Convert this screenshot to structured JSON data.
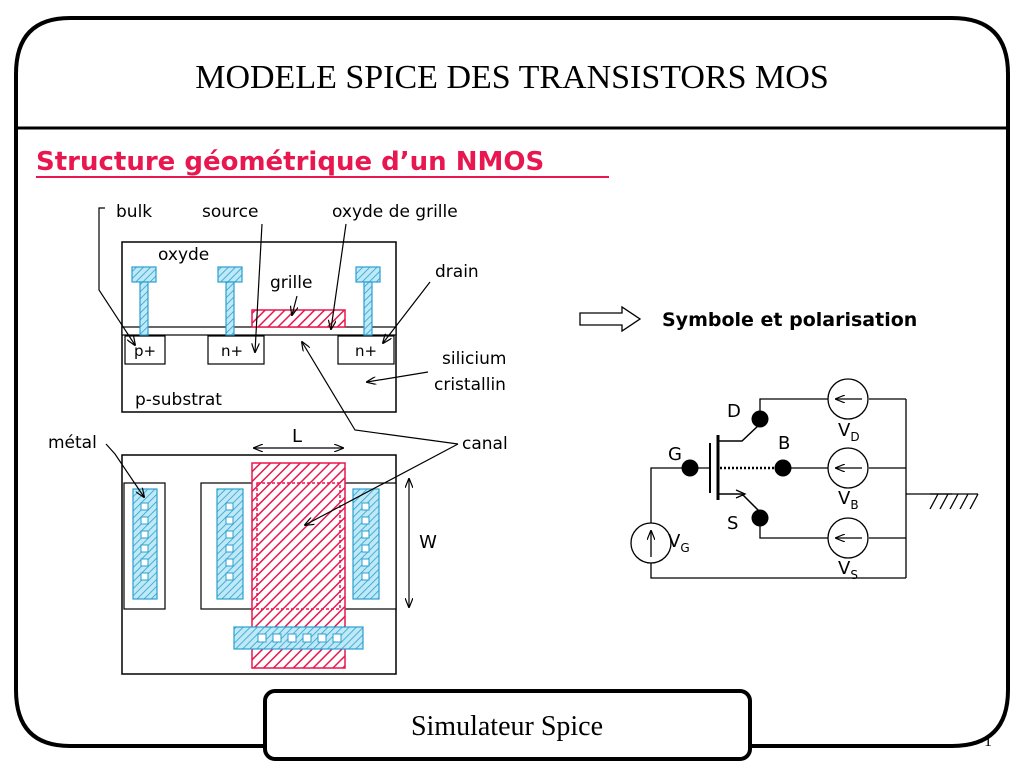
{
  "slide": {
    "title": "MODELE SPICE DES TRANSISTORS MOS",
    "subtitle": "Structure géométrique d’un NMOS",
    "footer": "Simulateur Spice",
    "page_number": "1"
  },
  "cross_section": {
    "labels": {
      "bulk": "bulk",
      "source": "source",
      "oxide_gate": "oxyde de grille",
      "oxide": "oxyde",
      "gate": "grille",
      "drain": "drain",
      "p_plus": "p+",
      "n_plus_source": "n+",
      "n_plus_drain": "n+",
      "silicon_line1": "silicium",
      "silicon_line2": "cristallin",
      "substrate": "p-substrat"
    }
  },
  "top_view": {
    "labels": {
      "metal": "métal",
      "length": "L",
      "channel": "canal",
      "width": "W"
    }
  },
  "schematic": {
    "heading": "Symbole et polarisation",
    "nodes": {
      "drain": "D",
      "gate": "G",
      "bulk": "B",
      "source": "S"
    },
    "sources": [
      {
        "letter": "V",
        "sub": "D"
      },
      {
        "letter": "V",
        "sub": "B"
      },
      {
        "letter": "V",
        "sub": "S"
      },
      {
        "letter": "V",
        "sub": "G"
      }
    ]
  },
  "colors": {
    "title_red": "#e8174f",
    "metal_cyan": "#8fd6ec",
    "metal_stroke": "#2a9fd0",
    "gate_pink": "#e8174f"
  }
}
